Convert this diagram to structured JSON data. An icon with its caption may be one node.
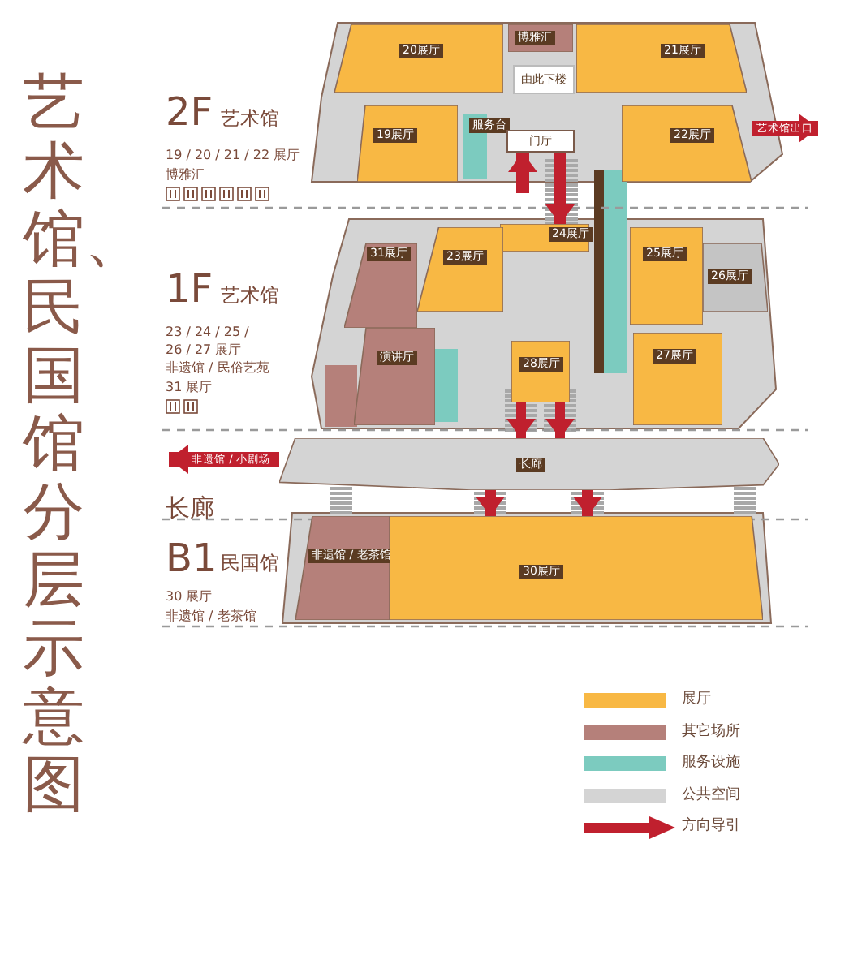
{
  "diagram": {
    "title": "艺术馆、民国馆分层示意图",
    "nodes": [
      {
        "text": [
          "20展厅"
        ]
      },
      {
        "text": [
          "博雅汇"
        ]
      },
      {
        "text": [
          "21展厅"
        ]
      },
      {
        "text": [
          "由此下楼"
        ]
      },
      {
        "text": [
          "19展厅"
        ]
      },
      {
        "text": [
          "服务台"
        ]
      },
      {
        "text": [
          "门厅"
        ]
      },
      {
        "text": [
          "22展厅"
        ]
      },
      {
        "text": [
          "24展厅"
        ]
      },
      {
        "text": [
          "31展厅"
        ]
      },
      {
        "text": [
          "23展厅"
        ]
      },
      {
        "text": [
          "25展厅"
        ]
      },
      {
        "text": [
          "26展厅"
        ]
      },
      {
        "text": [
          "演讲厅"
        ]
      },
      {
        "text": [
          "27展厅"
        ]
      },
      {
        "text": [
          "28展厅"
        ]
      },
      {
        "text": [
          "长廊"
        ]
      },
      {
        "text": [
          "非遗馆 / 老茶馆"
        ]
      },
      {
        "text": [
          "30展厅"
        ]
      }
    ],
    "edges": [
      {
        "from": null,
        "to": 6,
        "arrow": "to"
      },
      {
        "from": 6,
        "to": 8,
        "arrow": "to"
      },
      {
        "from": 7,
        "to": null,
        "arrow": "to",
        "label": "艺术馆出口"
      },
      {
        "from": 15,
        "to": 16,
        "arrow": "to"
      },
      {
        "from": 15,
        "to": 16,
        "arrow": "to"
      },
      {
        "from": 16,
        "to": null,
        "arrow": "to",
        "label": "非遗馆 / 小剧场"
      },
      {
        "from": 16,
        "to": 18,
        "arrow": "to"
      },
      {
        "from": 16,
        "to": 18,
        "arrow": "to"
      }
    ],
    "labels": [
      "2F",
      "艺术馆",
      "19 / 20 / 21 / 22 展厅",
      "博雅汇",
      "1F",
      "艺术馆",
      "23 / 24 / 25 / 26 / 27 展厅",
      "非遗馆 / 民俗艺苑",
      "31 展厅",
      "长廊",
      "B1",
      "民国馆",
      "30 展厅",
      "非遗馆 / 老茶馆"
    ],
    "legend": [
      {
        "text": "展厅",
        "color": "#f8b844"
      },
      {
        "text": "其它场所",
        "color": "#b5807a"
      },
      {
        "text": "服务设施",
        "color": "#7ccbbf"
      },
      {
        "text": "公共空间",
        "color": "#d4d4d4"
      },
      {
        "text": "方向导引"
      }
    ]
  }
}
